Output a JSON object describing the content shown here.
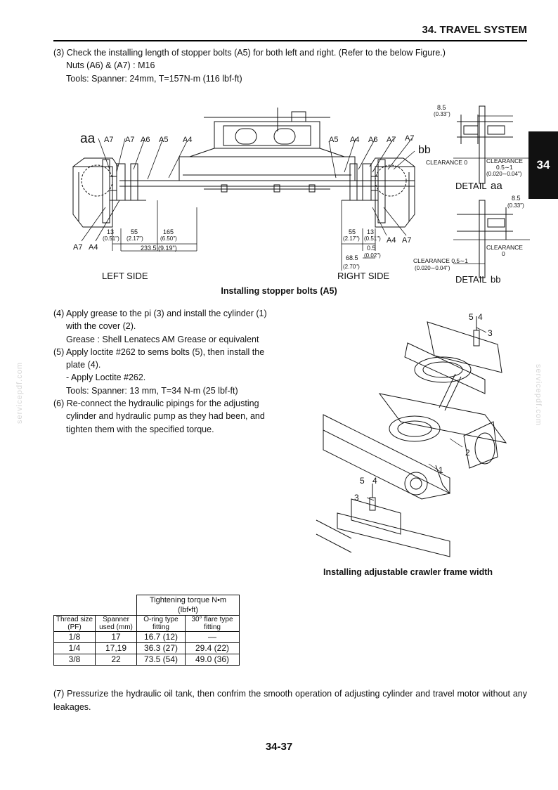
{
  "header": {
    "title": "34. TRAVEL SYSTEM",
    "section_tab": "34"
  },
  "step3": [
    "(3) Check the installing length of stopper bolts (A5) for both left and right. (Refer to the below Figure.)",
    "Nuts (A6) & (A7) : M16",
    "Tools: Spanner: 24mm, T=157N-m (116 lbf-ft)"
  ],
  "figure1": {
    "caption": "Installing stopper bolts (A5)",
    "labels": {
      "aa": "aa",
      "bb": "bb",
      "A4": "A4",
      "A5": "A5",
      "A6": "A6",
      "A7": "A7",
      "left_side": "LEFT SIDE",
      "right_side": "RIGHT SIDE",
      "dim_13": "13",
      "dim_13_in": "(0.51\")",
      "dim_55": "55",
      "dim_55_in": "(2.17\")",
      "dim_165": "165",
      "dim_165_in": "(6.50\")",
      "dim_233": "233.5 (9.19\")",
      "dim_05": "0.5",
      "dim_05_in": "(0.02\")",
      "dim_685": "68.5",
      "dim_685_in": "(2.70\")",
      "dim_85": "8.5",
      "dim_85_in": "(0.33\")",
      "clearance_0": "CLEARANCE 0",
      "clearance": "CLEARANCE",
      "clearance_range": "0.5∼1",
      "clearance_range_in": "(0.020∼0.04\")",
      "clearance_b": "CLEARANCE 0.5∼1",
      "clearance_b_in": "(0.020∼0.04\")",
      "zero": "0",
      "detail_aa": "DETAIL",
      "detail_bb": "DETAIL"
    }
  },
  "steps_mid": [
    "(4) Apply grease to the pi (3) and install the cylinder (1)",
    "with the cover (2).",
    "Grease : Shell Lenatecs AM Grease or equivalent",
    "(5) Apply loctite #262 to sems bolts (5), then install the",
    "plate (4).",
    "- Apply Loctite #262.",
    "Tools: Spanner: 13 mm, T=34 N-m (25 lbf-ft)",
    "(6) Re-connect the hydraulic pipings for the adjusting",
    "cylinder and hydraulic pump as they had been, and",
    "tighten them with the specified torque."
  ],
  "figure2": {
    "caption": "Installing adjustable crawler frame width",
    "labels": {
      "n1": "1",
      "n2": "2",
      "n3": "3",
      "n4": "4",
      "n5": "5"
    }
  },
  "torque_table": {
    "group_header": "Tightening torque N•m (lbf•ft)",
    "headers": [
      "Thread size (PF)",
      "Spanner used (mm)",
      "O-ring type fitting",
      "30° flare type fitting"
    ],
    "rows": [
      [
        "1/8",
        "17",
        "16.7 (12)",
        "—"
      ],
      [
        "1/4",
        "17,19",
        "36.3 (27)",
        "29.4 (22)"
      ],
      [
        "3/8",
        "22",
        "73.5 (54)",
        "49.0 (36)"
      ]
    ]
  },
  "step7": "(7) Pressurize the hydraulic oil tank, then confrim the smooth operation of adjusting cylinder and travel motor without any leakages.",
  "watermark": "servicepdf.com",
  "page_number": "34-37"
}
